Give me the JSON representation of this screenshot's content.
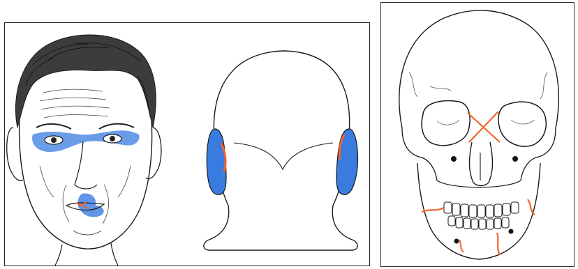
{
  "figure": {
    "panels": [
      {
        "id": "face-front",
        "description_icon": "face-front-injury-diagram"
      },
      {
        "id": "head-back",
        "description_icon": "head-back-ear-diagram"
      },
      {
        "id": "skull-front",
        "description_icon": "skull-fracture-diagram"
      }
    ]
  },
  "colors": {
    "bruise": "#3a7be0",
    "fracture": "#f0652a",
    "ink": "#1a1a1a",
    "paper": "#ffffff"
  }
}
